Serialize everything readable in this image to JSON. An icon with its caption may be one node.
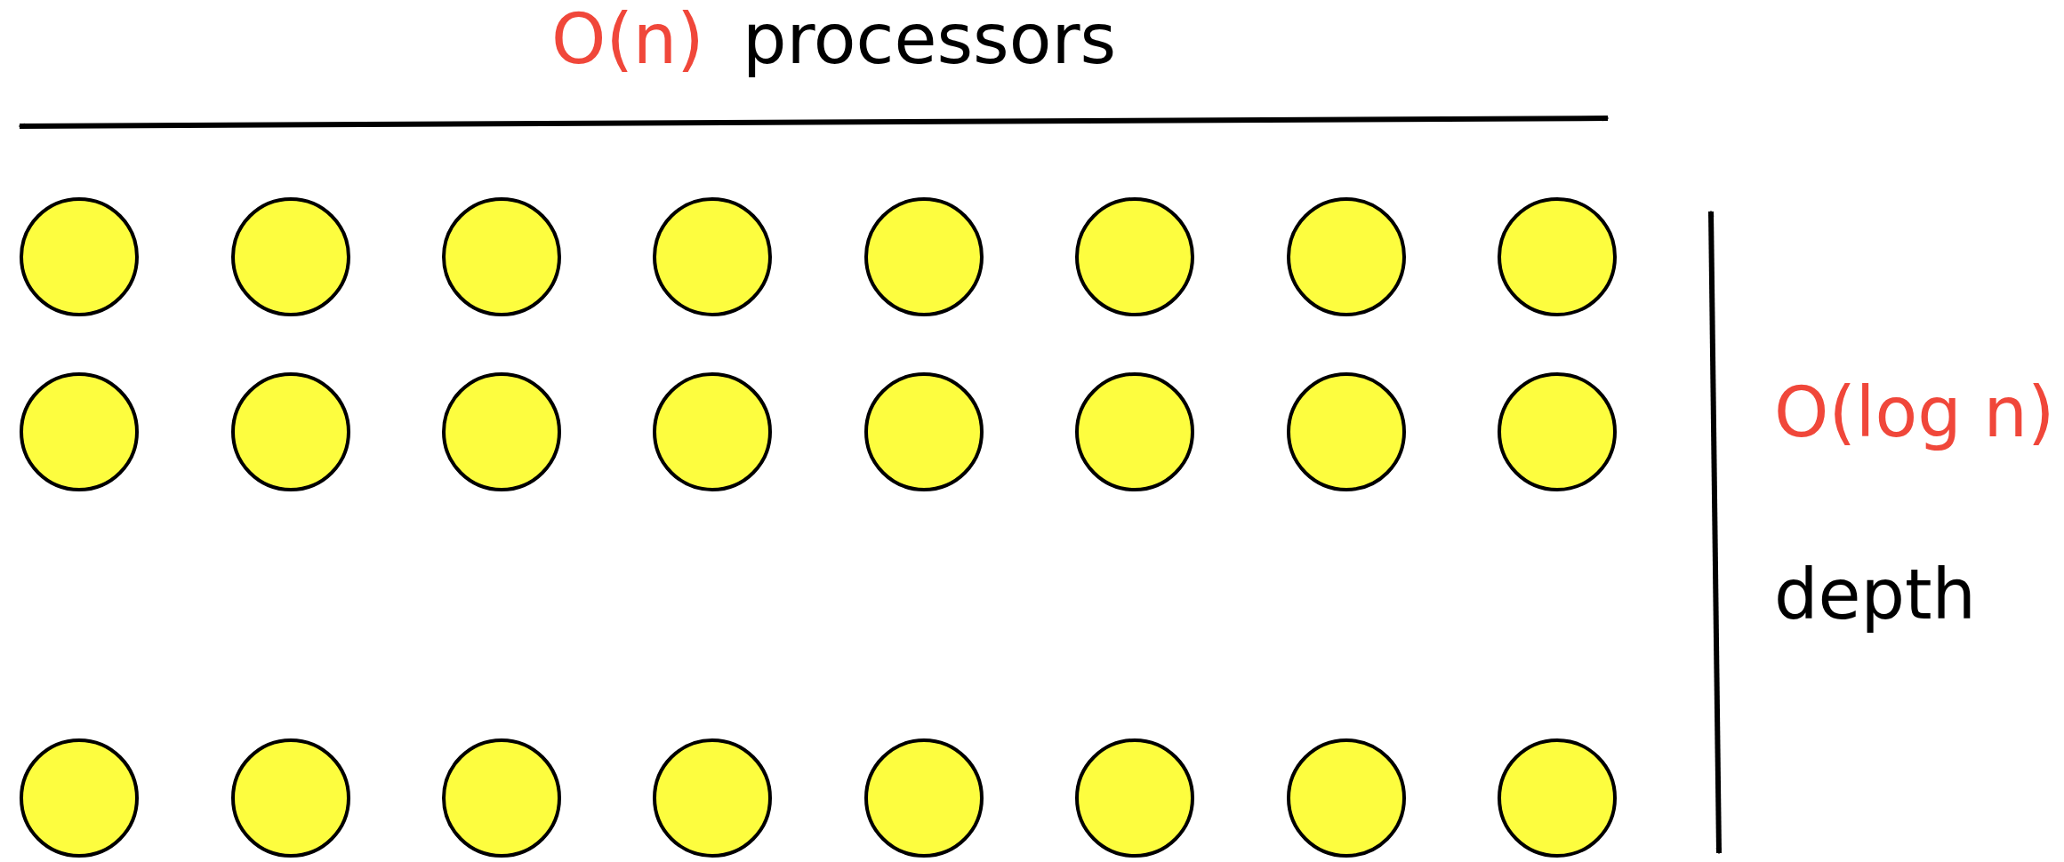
{
  "diagram": {
    "nodes": [
      {
        "text": [],
        "shape": "circle"
      },
      {
        "text": [],
        "shape": "circle"
      },
      {
        "text": [],
        "shape": "circle"
      },
      {
        "text": [],
        "shape": "circle"
      },
      {
        "text": [],
        "shape": "circle"
      },
      {
        "text": [],
        "shape": "circle"
      },
      {
        "text": [],
        "shape": "circle"
      },
      {
        "text": [],
        "shape": "circle"
      },
      {
        "text": [],
        "shape": "circle"
      },
      {
        "text": [],
        "shape": "circle"
      },
      {
        "text": [],
        "shape": "circle"
      },
      {
        "text": [],
        "shape": "circle"
      },
      {
        "text": [],
        "shape": "circle"
      },
      {
        "text": [],
        "shape": "circle"
      },
      {
        "text": [],
        "shape": "circle"
      },
      {
        "text": [],
        "shape": "circle"
      },
      {
        "text": [],
        "shape": "circle"
      },
      {
        "text": [],
        "shape": "circle"
      },
      {
        "text": [],
        "shape": "circle"
      },
      {
        "text": [],
        "shape": "circle"
      },
      {
        "text": [],
        "shape": "circle"
      },
      {
        "text": [],
        "shape": "circle"
      },
      {
        "text": [],
        "shape": "circle"
      },
      {
        "text": [],
        "shape": "circle"
      }
    ],
    "labels": [
      "O(n)",
      "processors",
      "O(log n)",
      "depth"
    ]
  }
}
